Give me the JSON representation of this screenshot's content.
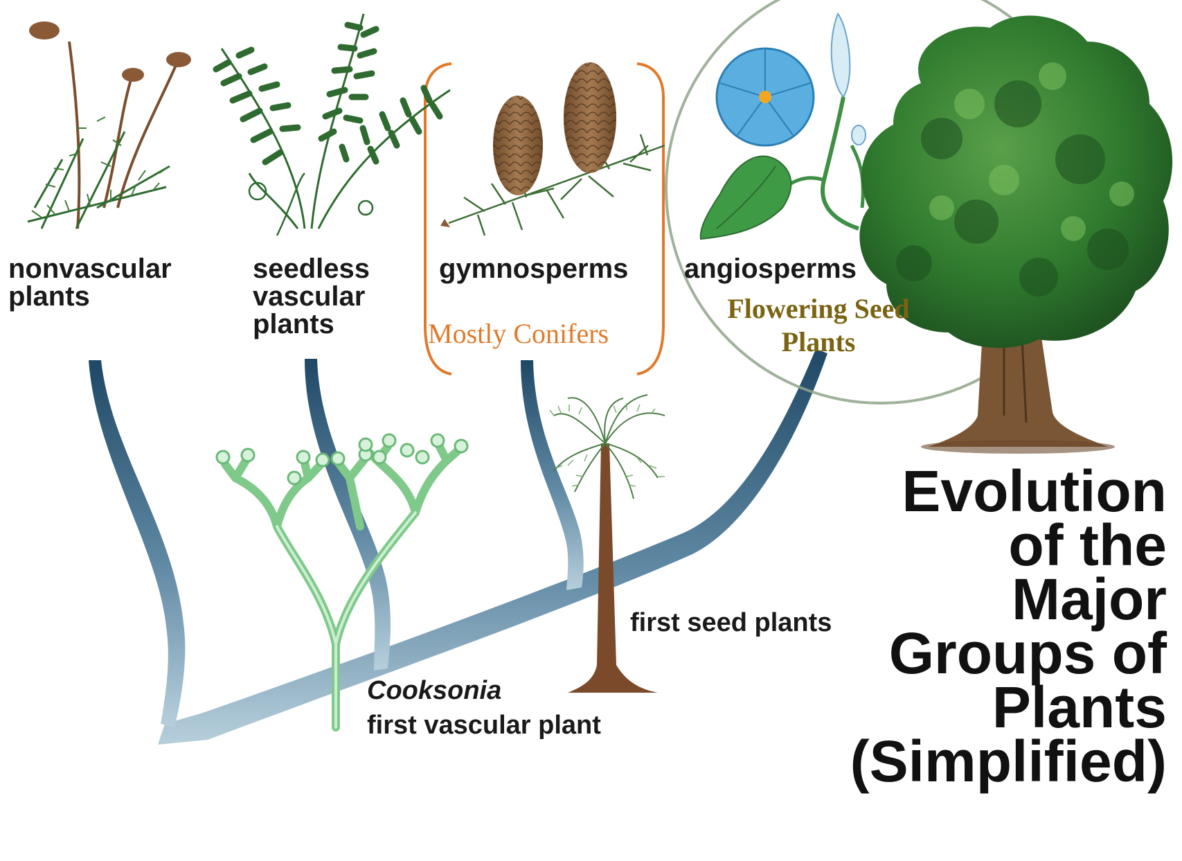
{
  "groups": {
    "nonvascular": [
      "nonvascular",
      "plants"
    ],
    "seedless": [
      "seedless",
      "vascular",
      "plants"
    ],
    "gymnosperms": "gymnosperms",
    "angiosperms": "angiosperms"
  },
  "notes": {
    "conifers": "Mostly Conifers",
    "flowering": [
      "Flowering Seed",
      "Plants"
    ]
  },
  "labels": {
    "first_seed_plants": "first seed plants",
    "cooksonia_name": "Cooksonia",
    "cooksonia_desc": "first vascular plant"
  },
  "title_lines": [
    "Evolution",
    "of the",
    "Major",
    "Groups of",
    "Plants",
    "(Simplified)"
  ],
  "colors": {
    "branch_dark": "#1f4866",
    "branch_light": "#a9c4d4",
    "bracket": "#e07a2a",
    "conifers_text": "#e07a2a",
    "flowering_text": "#7a6412",
    "foliage": "#2f6b30",
    "circle": "#8fa48a"
  },
  "icons": [
    "moss-icon",
    "fern-icon",
    "pine-cone-icon",
    "morning-glory-icon",
    "oak-tree-icon",
    "cooksonia-icon",
    "seed-fern-icon"
  ]
}
